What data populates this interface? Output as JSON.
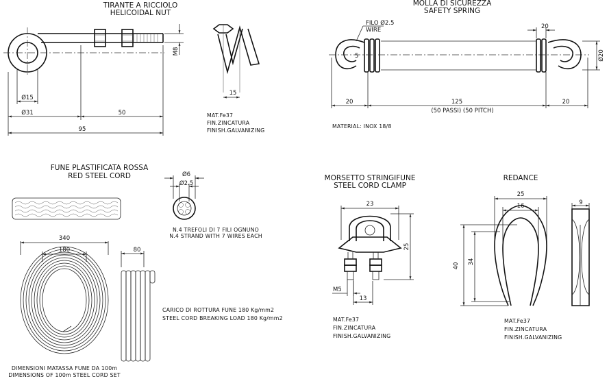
{
  "rod": {
    "title1": "TIRANTE A RICCIOLO",
    "title2": "HELICOIDAL NUT",
    "d15": "Ø15",
    "d31": "Ø31",
    "d50": "50",
    "d95": "95",
    "m8": "M8",
    "d15b": "15",
    "mat": "MAT.Fe37",
    "fin": "FIN.ZINCATURA",
    "finish": "FINISH.GALVANIZING"
  },
  "spring": {
    "title1": "MOLLA DI SICUREZZA",
    "title2": "SAFETY SPRING",
    "filo": "FILO Ø2.5",
    "wire": "WIRE",
    "d5": "5",
    "d20top": "20",
    "d20v": "Ø20",
    "d20left": "20",
    "d125": "125",
    "pitch": "(50 PASSI) (50 PITCH)",
    "d20right": "20",
    "material": "MATERIAL: INOX 18/8"
  },
  "cord": {
    "title1": "FUNE PLASTIFICATA ROSSA",
    "title2": "RED STEEL CORD",
    "d6": "Ø6",
    "d25": "Ø2.5",
    "note1": "N.4 TREFOLI DI 7 FILI OGNUNO",
    "note2": "N.4 STRAND WITH 7 WIRES EACH",
    "d340": "340",
    "d180": "180",
    "d80": "80",
    "load1": "CARICO DI ROTTURA FUNE 180 Kg/mm2",
    "load2": "STEEL CORD BREAKING LOAD 180 Kg/mm2",
    "dim1": "DIMENSIONI MATASSA FUNE DA 100m",
    "dim2": "DIMENSIONS OF 100m STEEL CORD SET"
  },
  "clamp": {
    "title1": "MORSETTO STRINGIFUNE",
    "title2": "STEEL CORD CLAMP",
    "d23": "23",
    "d25": "25",
    "m5": "M5",
    "d13": "13",
    "mat": "MAT.Fe37",
    "fin": "FIN.ZINCATURA",
    "finish": "FINISH.GALVANIZING"
  },
  "thimble": {
    "title": "REDANCE",
    "d25": "25",
    "d16": "16",
    "d9": "9",
    "d40": "40",
    "d34": "34",
    "mat": "MAT.Fe37",
    "fin": "FIN.ZINCATURA",
    "finish": "FINISH.GALVANIZING"
  }
}
